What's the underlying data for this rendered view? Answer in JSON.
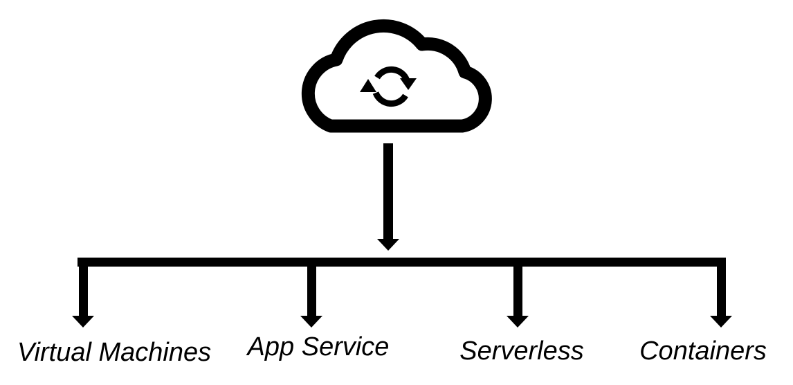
{
  "diagram": {
    "root": {
      "icon": "cloud-sync-icon"
    },
    "children": [
      {
        "label": "Virtual Machines"
      },
      {
        "label": "App Service"
      },
      {
        "label": "Serverless"
      },
      {
        "label": "Containers"
      }
    ]
  },
  "colors": {
    "stroke": "#000000",
    "background": "#ffffff"
  }
}
